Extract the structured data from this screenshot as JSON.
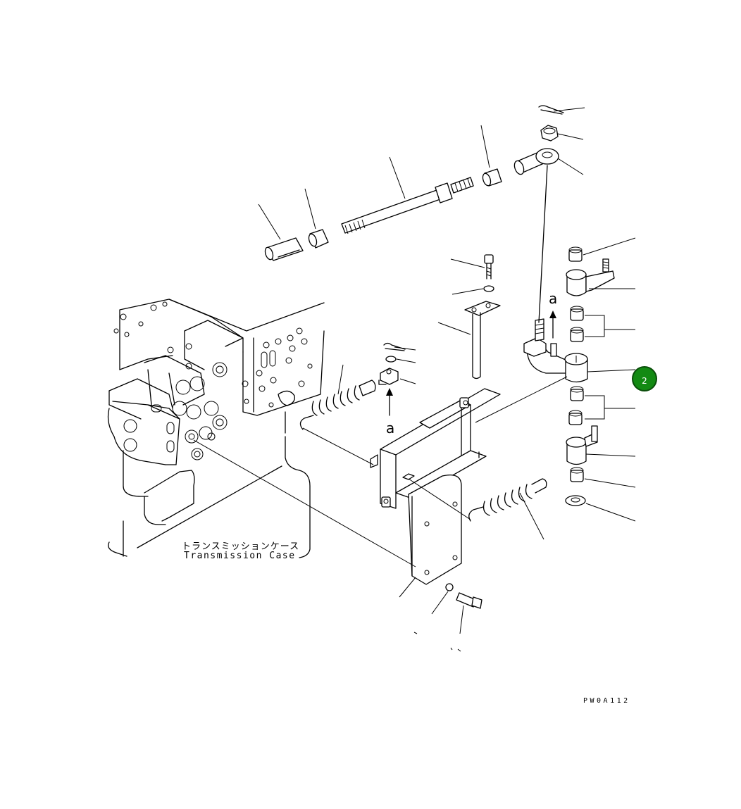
{
  "labels": {
    "transmission_case_jp": "トランスミッションケース",
    "transmission_case_en": "Transmission Case",
    "view_marker_1": "a",
    "view_marker_2": "a",
    "reference_code": "PW0A112"
  },
  "callouts": [
    {
      "number": "2",
      "color": "#138a13"
    }
  ]
}
